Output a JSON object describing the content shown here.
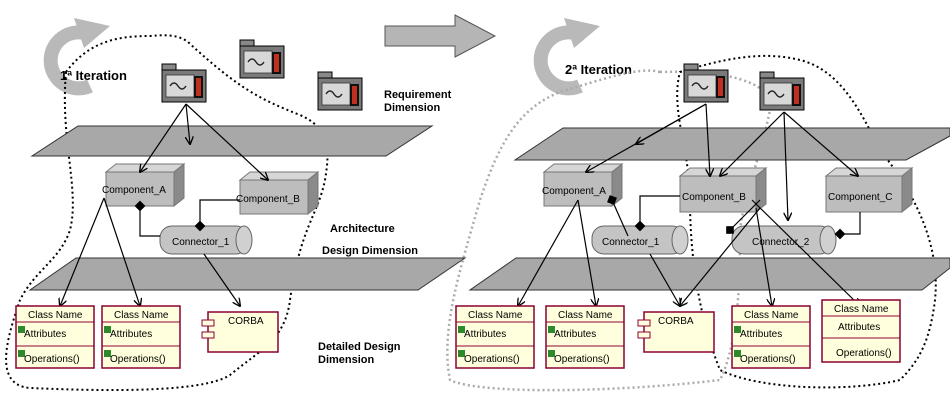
{
  "iterations": [
    {
      "label": "1ª Iteration"
    },
    {
      "label": "2ª Iteration"
    }
  ],
  "dimensions": {
    "requirement_line1": "Requirement",
    "requirement_line2": "Dimension",
    "architecture_line1": "Architecture",
    "architecture_line2": "Design Dimension",
    "detailed_line1": "Detailed Design",
    "detailed_line2": "Dimension"
  },
  "left": {
    "component_a": "Component_A",
    "component_b": "Component_B",
    "connector_1": "Connector_1",
    "class1": {
      "name": "Class Name",
      "attributes": "Attributes",
      "operations": "Operations()"
    },
    "class2": {
      "name": "Class Name",
      "attributes": "Attributes",
      "operations": "Operations()"
    },
    "corba": "CORBA"
  },
  "right": {
    "component_a": "Component_A",
    "component_b": "Component_B",
    "component_c": "Component_C",
    "connector_1": "Connector_1",
    "connector_2": "Connector_2",
    "class1": {
      "name": "Class Name",
      "attributes": "Attributes",
      "operations": "Operations()"
    },
    "class2": {
      "name": "Class Name",
      "attributes": "Attributes",
      "operations": "Operations()"
    },
    "class3": {
      "name": "Class Name",
      "attributes": "Attributes",
      "operations": "Operations()"
    },
    "corba": "CORBA"
  },
  "colors": {
    "plane": "#a8a8a8",
    "component": "#bdbdbd",
    "class_border": "#8b0033",
    "class_fill": "#ffffdd",
    "arrow_icon": "#aaaaaa"
  },
  "icons": [
    "iteration-cycle-icon",
    "package-folder-icon",
    "transition-arrow-icon"
  ]
}
